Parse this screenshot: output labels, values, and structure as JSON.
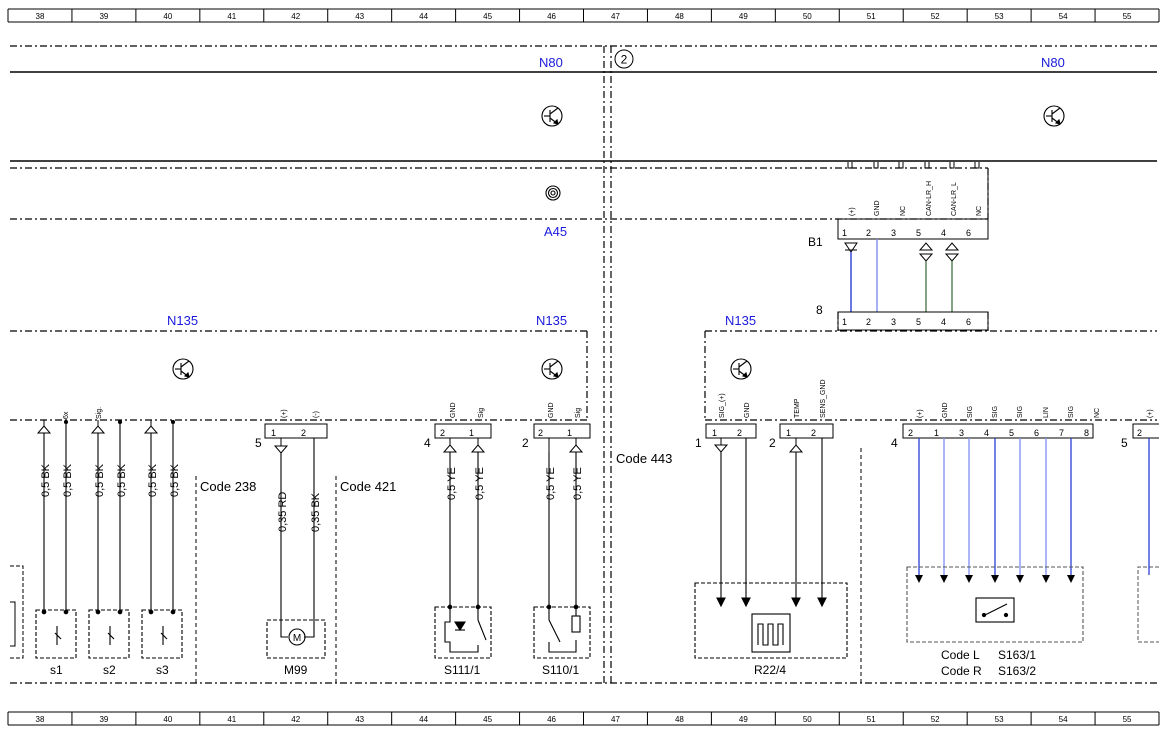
{
  "grid": {
    "columns": [
      "38",
      "39",
      "40",
      "41",
      "42",
      "43",
      "44",
      "45",
      "46",
      "47",
      "48",
      "49",
      "50",
      "51",
      "52",
      "53",
      "54",
      "55"
    ]
  },
  "modules": {
    "n80_left": "N80",
    "n80_right": "N80",
    "a45": "A45",
    "n135_a": "N135",
    "n135_b": "N135",
    "n135_c": "N135",
    "circled_ref": "2",
    "b1": "B1",
    "conn8": "8"
  },
  "top_connector": {
    "pins": [
      "1",
      "2",
      "3",
      "5",
      "4",
      "6"
    ],
    "labels": [
      "(+)",
      "GND",
      "NC",
      "CAN-LR_H",
      "CAN-LR_L",
      "NC"
    ]
  },
  "mid_connector": {
    "pins": [
      "1",
      "2",
      "3",
      "5",
      "4",
      "6"
    ]
  },
  "codes": {
    "c238": "Code 238",
    "c421": "Code 421",
    "c443": "Code 443"
  },
  "wires": {
    "bk05": "0,5 BK",
    "ye05": "0,5 YE",
    "rd035": "0,35 RD",
    "bk035": "0,35 BK"
  },
  "left_group": {
    "pin_labels": [
      "6x",
      "Sig."
    ]
  },
  "m99": {
    "conn": "5",
    "pins": [
      "1",
      "2"
    ],
    "labels": [
      "(+)",
      "(-)"
    ],
    "motor": "M",
    "name": "M99"
  },
  "s111": {
    "conn": "4",
    "pins": [
      "2",
      "1"
    ],
    "labels": [
      "GND",
      "Sig"
    ],
    "name": "S111/1"
  },
  "s110": {
    "conn": "2",
    "pins": [
      "2",
      "1"
    ],
    "labels": [
      "GND",
      "Sig"
    ],
    "name": "S110/1"
  },
  "switches": [
    "s1",
    "s2",
    "s3"
  ],
  "r22": {
    "conn1": "1",
    "conn2": "2",
    "pins1": [
      "1",
      "2"
    ],
    "labels1": [
      "SIG_(+)",
      "GND"
    ],
    "pins2": [
      "1",
      "2"
    ],
    "labels2": [
      "TEMP",
      "SENS_GND"
    ],
    "name": "R22/4"
  },
  "s163": {
    "conn": "4",
    "pins": [
      "2",
      "1",
      "3",
      "4",
      "5",
      "6",
      "7",
      "8"
    ],
    "labels": [
      "(+)",
      "GND",
      "SIG",
      "SIG",
      "SIG",
      "LIN",
      "SIG",
      "NC"
    ],
    "code_l": "Code L",
    "code_r": "Code R",
    "name_l": "S163/1",
    "name_r": "S163/2"
  },
  "edge": {
    "conn": "5",
    "pin": "2",
    "label": "(+)"
  },
  "colors": {
    "line": "#000000",
    "module_label": "#1a1adc",
    "blue_wire": "#2a3fd6",
    "light_blue_wire": "#7f8ff0",
    "green_wire": "#4f7a4f"
  }
}
